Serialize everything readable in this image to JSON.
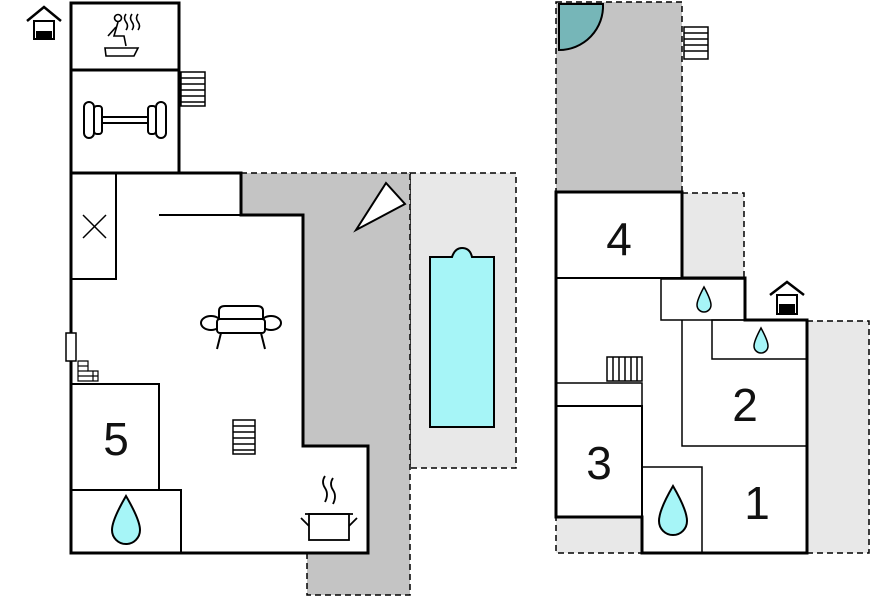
{
  "colors": {
    "wall": "#000000",
    "terrace_dark": "#c4c4c4",
    "terrace_light": "#e8e8e8",
    "pool_water": "#a6f5f7",
    "door_fill": "#76b6b8",
    "drop_fill": "#a6f5f7",
    "background": "#ffffff"
  },
  "rooms": {
    "r1": "1",
    "r2": "2",
    "r3": "3",
    "r4": "4",
    "r5": "5"
  },
  "icons": [
    "house-entrance-icon",
    "sauna-icon",
    "dumbbell-icon",
    "stairs-icon",
    "bed-cross-icon",
    "sofa-icon",
    "cooking-pot-icon",
    "water-drop-icon",
    "swimming-pool-icon",
    "parasol-icon",
    "door-swing-icon"
  ]
}
